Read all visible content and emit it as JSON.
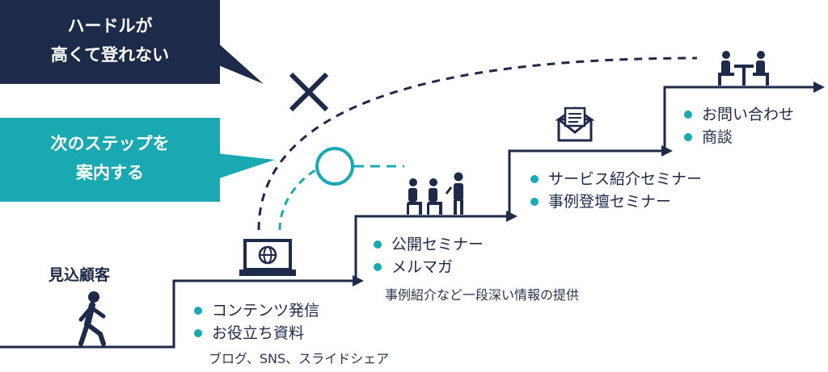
{
  "colors": {
    "navy": "#1e2a4a",
    "teal": "#1aa9b3",
    "white": "#ffffff"
  },
  "callouts": {
    "hurdle": {
      "lines": [
        "ハードルが",
        "高くて登れない"
      ]
    },
    "guide": {
      "lines": [
        "次のステップを",
        "案内する"
      ]
    }
  },
  "prospect_label": "見込顧客",
  "steps": [
    {
      "icon": "laptop-globe-icon",
      "items": [
        "コンテンツ発信",
        "お役立ち資料"
      ],
      "note": "ブログ、SNS、スライドシェア"
    },
    {
      "icon": "seminar-audience-icon",
      "items": [
        "公開セミナー",
        "メルマガ"
      ],
      "note": "事例紹介など一段深い情報の提供"
    },
    {
      "icon": "mail-envelope-icon",
      "items": [
        "サービス紹介セミナー",
        "事例登壇セミナー"
      ]
    },
    {
      "icon": "meeting-table-icon",
      "items": [
        "お問い合わせ",
        "商談"
      ]
    }
  ],
  "markers": {
    "blocked": "cross-icon",
    "recommended": "circle-icon"
  }
}
